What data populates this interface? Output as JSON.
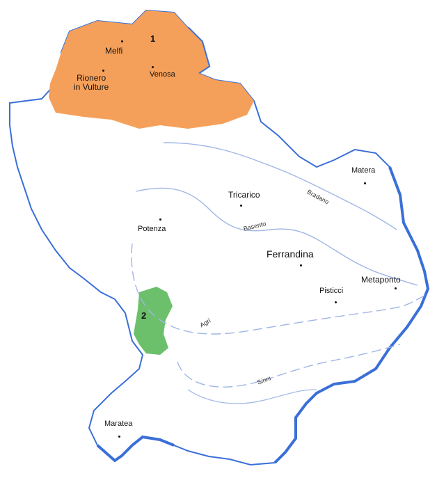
{
  "map": {
    "region_colors": {
      "zone_1": "#f5a05a",
      "zone_2": "#6cc06c",
      "border": "#3a6fd8",
      "river": "#9fb6e6"
    },
    "zones": [
      {
        "number": "1"
      },
      {
        "number": "2"
      }
    ],
    "towns": {
      "melfi": "Melfi",
      "rionero_line1": "Rionero",
      "rionero_line2": "in Vulture",
      "venosa": "Venosa",
      "matera": "Matera",
      "tricarico": "Tricarico",
      "potenza": "Potenza",
      "ferrandina": "Ferrandina",
      "pisticci": "Pisticci",
      "metaponto": "Metaponto",
      "maratea": "Maratea"
    },
    "rivers": {
      "bradano": "Bradano",
      "basento": "Basento",
      "agri": "Agri",
      "sinni": "Sinni"
    }
  }
}
